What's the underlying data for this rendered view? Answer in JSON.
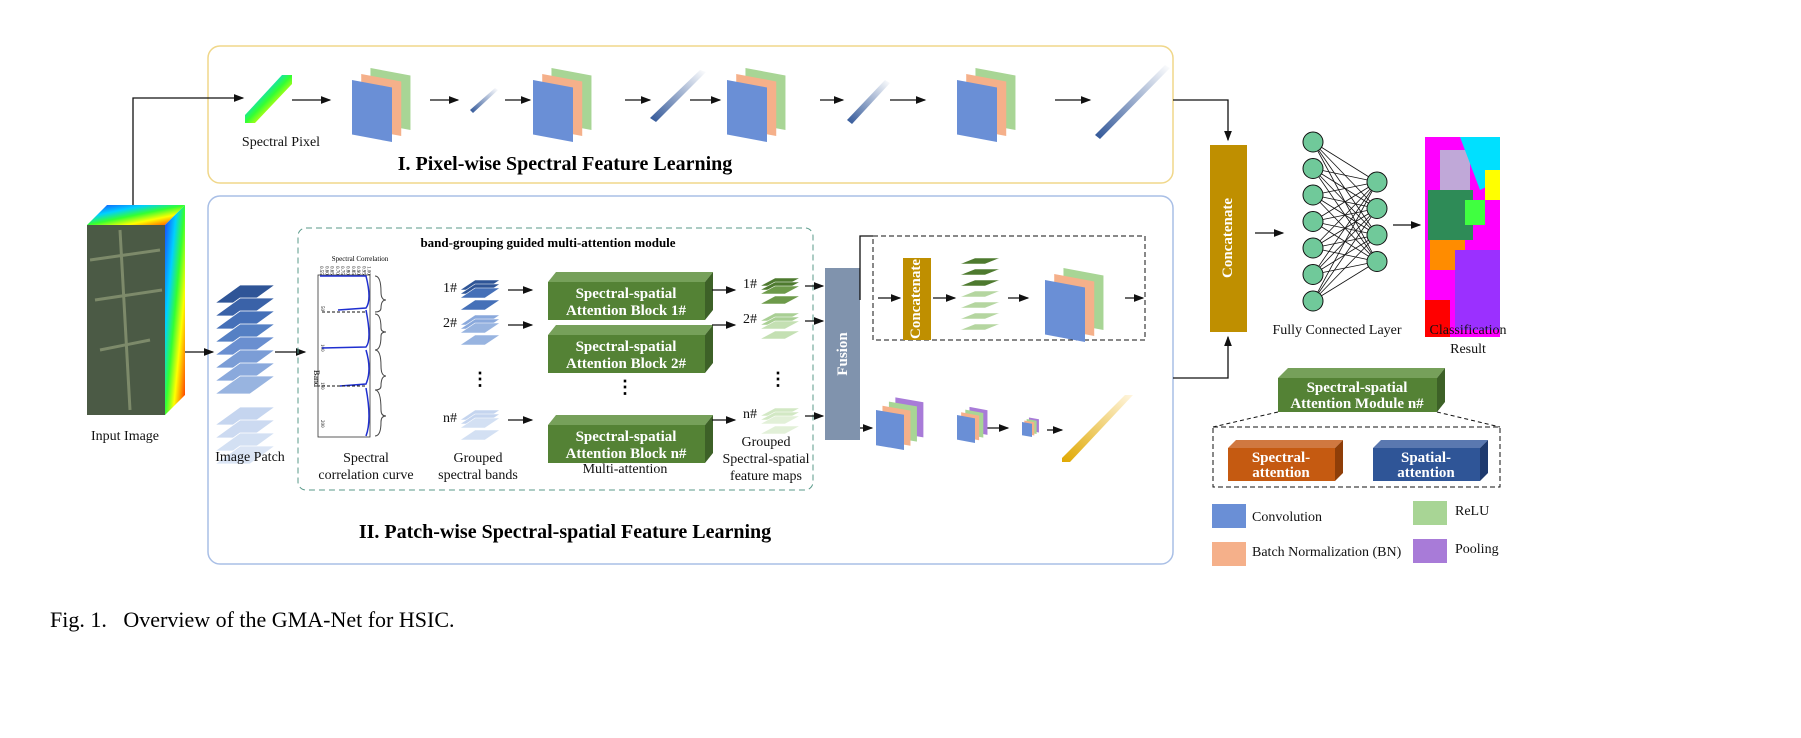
{
  "caption": "Fig. 1.   Overview of the GMA-Net for HSIC.",
  "pixel_branch": {
    "title": "I. Pixel-wise Spectral Feature Learning",
    "spectral_pixel_label": "Spectral Pixel"
  },
  "patch_branch": {
    "title": "II. Patch-wise Spectral-spatial Feature Learning",
    "input_image_label": "Input Image",
    "image_patch_label": "Image Patch",
    "module_title": "band-grouping guided multi-attention module",
    "curve": {
      "title": "Spectral Correlation",
      "ticks": [
        "0.55",
        "0.60",
        "0.65",
        "0.70",
        "0.75",
        "0.80",
        "0.85",
        "0.90",
        "0.95",
        "1.00"
      ],
      "band_label": "Band",
      "band_ticks": [
        "50",
        "100",
        "150",
        "200"
      ],
      "label_line1": "Spectral",
      "label_line2": "correlation curve"
    },
    "grouped_bands_line1": "Grouped",
    "grouped_bands_line2": "spectral bands",
    "group_ids": [
      "1#",
      "2#",
      "n#"
    ],
    "blocks": [
      {
        "line1": "Spectral-spatial",
        "line2": "Attention Block 1#"
      },
      {
        "line1": "Spectral-spatial",
        "line2": "Attention Block 2#"
      },
      {
        "line1": "Spectral-spatial",
        "line2": "Attention Block n#"
      }
    ],
    "multi_attention_label": "Multi-attention",
    "feature_maps_line1": "Grouped",
    "feature_maps_line2": "Spectral-spatial",
    "feature_maps_line3": "feature maps",
    "fusion_label": "Fusion",
    "inner_concat_label": "Concatenate"
  },
  "head": {
    "concat_label": "Concatenate",
    "fc_label": "Fully Connected Layer",
    "result_line1": "Classification",
    "result_line2": "Result"
  },
  "attention_module": {
    "line1": "Spectral-spatial",
    "line2": "Attention Module n#",
    "spectral_line1": "Spectral-",
    "spectral_line2": "attention",
    "spatial_line1": "Spatial-",
    "spatial_line2": "attention"
  },
  "legend": [
    {
      "label": "Convolution",
      "color": "#6a8fd6"
    },
    {
      "label": "ReLU",
      "color": "#a8d595"
    },
    {
      "label": "Batch Normalization (BN)",
      "color": "#f5b08a"
    },
    {
      "label": "Pooling",
      "color": "#a87bd8"
    }
  ],
  "colors": {
    "conv": "#6a8fd6",
    "bn": "#f5b08a",
    "relu": "#a8d595",
    "pool": "#a87bd8",
    "attention_green": "#548235",
    "concat_gold": "#bf8f00",
    "fusion": "#8093ad",
    "spectral_orange": "#c55a11",
    "spatial_blue": "#2f5597"
  }
}
